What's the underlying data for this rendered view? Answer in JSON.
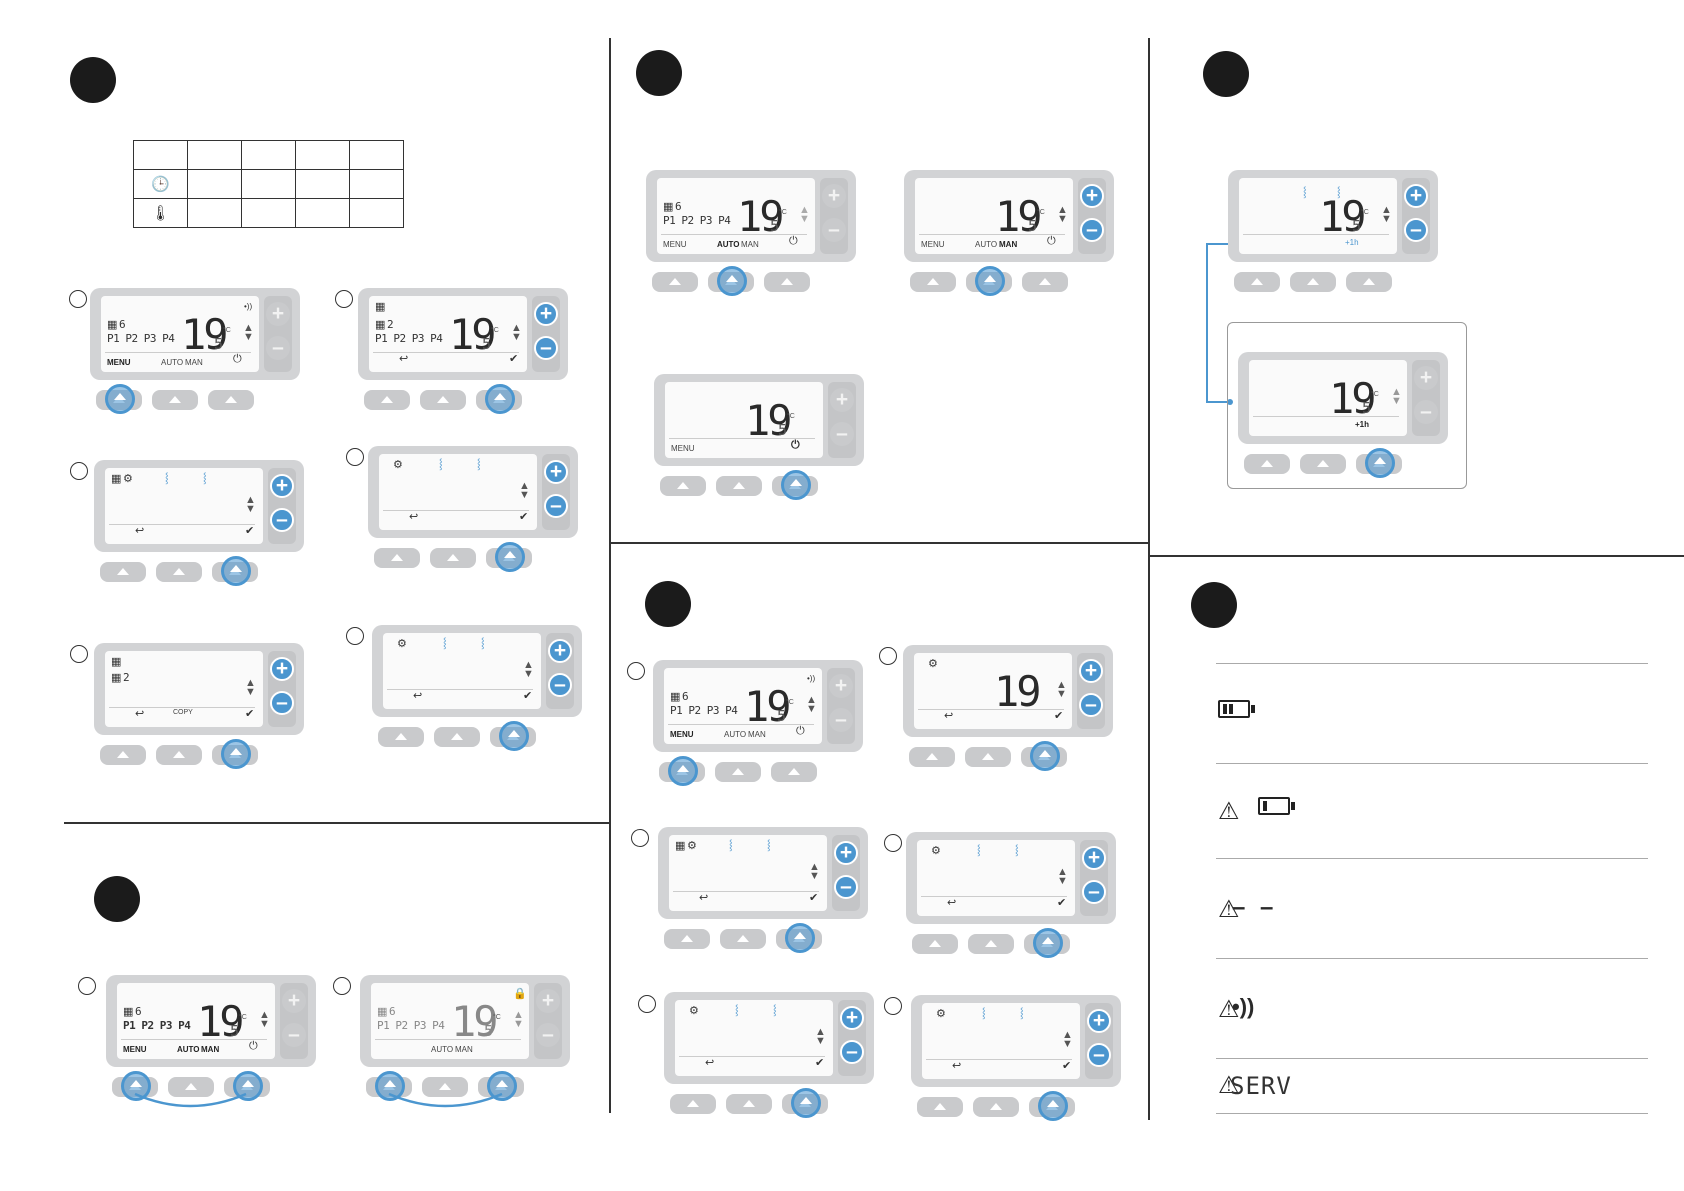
{
  "colors": {
    "accent": "#4b96cf",
    "device": "#d2d3d5",
    "step_marker": "#1b1b1b"
  },
  "display": {
    "temperature_big": "19",
    "temperature_decimal": "5",
    "degree": "°C",
    "programs": "P1 P2 P3 P4",
    "day": "6",
    "day_alt": "2",
    "menu": "MENU",
    "auto": "AUTO",
    "man": "MAN",
    "copy": "COPY",
    "boost": "+1h"
  },
  "schedule_table": {
    "row_icons": [
      "clock-icon",
      "thermometer-icon"
    ]
  },
  "status_panel": {
    "items": [
      {
        "icon": "battery-low-icon",
        "code": ""
      },
      {
        "icon": "battery-empty-icon",
        "code": ""
      },
      {
        "icon": "sensor-error-icon",
        "code": "– –"
      },
      {
        "icon": "signal-lost-icon",
        "code": "•))"
      },
      {
        "icon": "service-icon",
        "code": "SERV"
      }
    ]
  }
}
